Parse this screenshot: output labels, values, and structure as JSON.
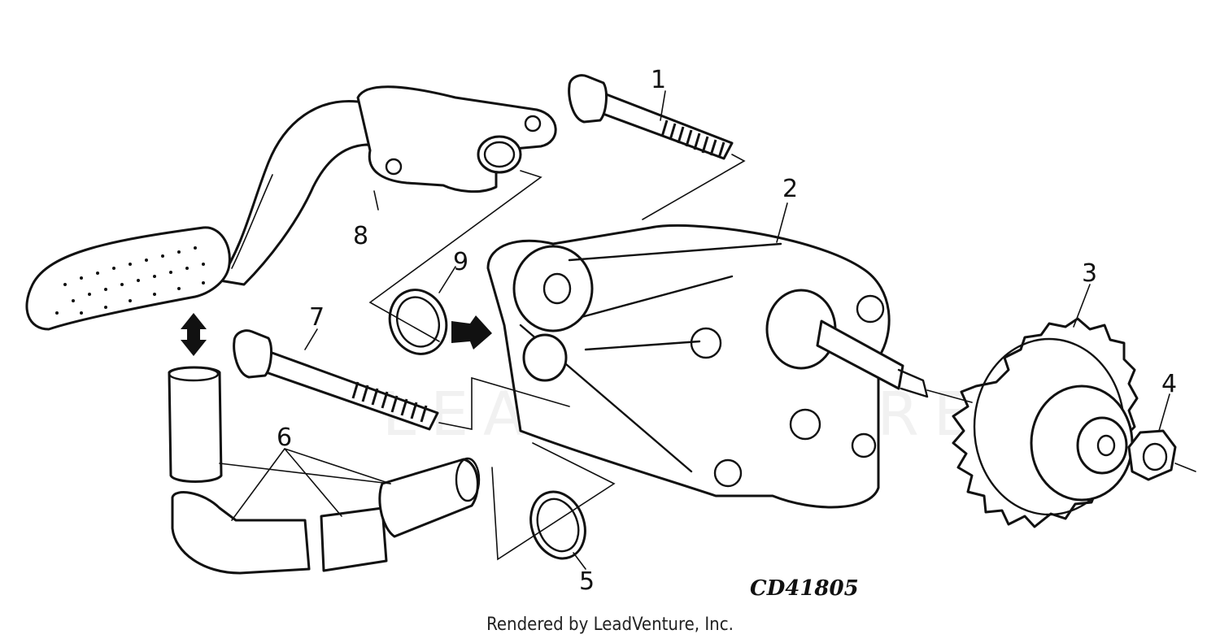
{
  "callouts": [
    "1",
    "2",
    "3",
    "4",
    "5",
    "6",
    "7",
    "8",
    "9"
  ],
  "drawing_id": "CD41805",
  "watermark_text": "LEADVENTURE",
  "credit_text": "Rendered by LeadVenture, Inc."
}
